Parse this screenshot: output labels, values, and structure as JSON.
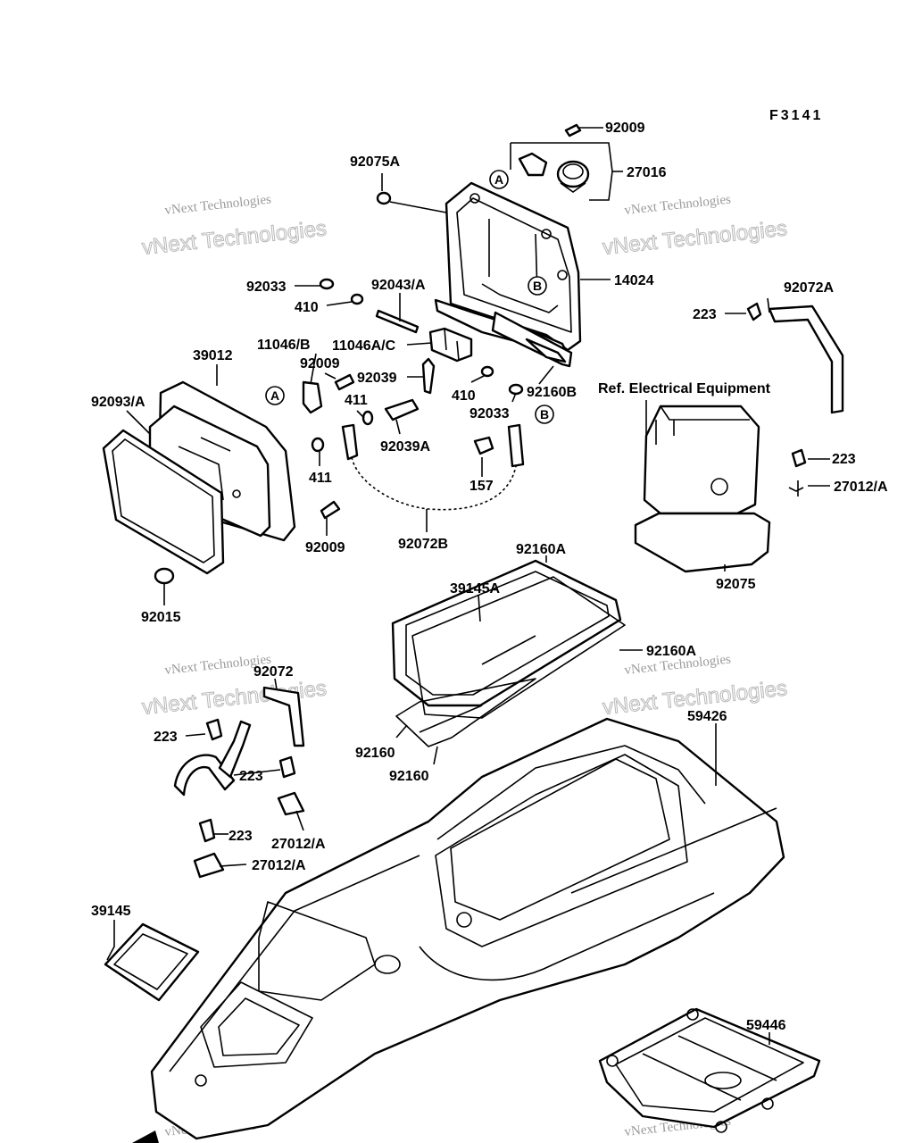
{
  "figure_code": "F3141",
  "watermark": {
    "line1": "vNext Technologies",
    "line2": "vNext Technologies"
  },
  "callouts": {
    "a": "A",
    "b": "B"
  },
  "labels": {
    "p92009_top": "92009",
    "p27016": "27016",
    "p92075A": "92075A",
    "p14024": "14024",
    "p92033_a": "92033",
    "p410_a": "410",
    "p92043A": "92043/A",
    "p11046AC": "11046A/C",
    "p92072A": "92072A",
    "p223_a": "223",
    "p39012": "39012",
    "p11046B": "11046/B",
    "p92009_mid": "92009",
    "p92039": "92039",
    "p410_b": "410",
    "p92160B": "92160B",
    "ref_electrical": "Ref. Electrical Equipment",
    "p92093A": "92093/A",
    "p411_a": "411",
    "p92033_b": "92033",
    "p92039A": "92039A",
    "p223_b": "223",
    "p27012A_a": "27012/A",
    "p157": "157",
    "p411_b": "411",
    "p92009_low": "92009",
    "p92072B": "92072B",
    "p92075": "92075",
    "p92160A_top": "92160A",
    "p39145A": "39145A",
    "p92015": "92015",
    "p92160A_side": "92160A",
    "p92072": "92072",
    "p59426": "59426",
    "p223_c": "223",
    "p92160_a": "92160",
    "p223_d": "223",
    "p92160_b": "92160",
    "p223_e": "223",
    "p27012A_b": "27012/A",
    "p27012A_c": "27012/A",
    "p39145": "39145",
    "p59446": "59446"
  }
}
